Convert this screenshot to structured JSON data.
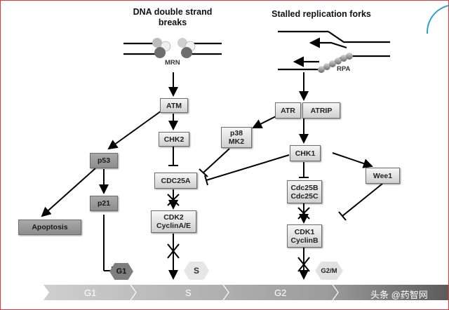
{
  "panel_titles": {
    "dsb": "DNA double strand\nbreaks",
    "stalled": "Stalled replication forks"
  },
  "labels": {
    "mrn": "MRN",
    "rpa": "RPA"
  },
  "nodes": {
    "atm": "ATM",
    "chk2": "CHK2",
    "p38mk2": "p38\nMK2",
    "atr": "ATR",
    "atrip": "ATRIP",
    "chk1": "CHK1",
    "wee1": "Wee1",
    "p53": "p53",
    "p21": "p21",
    "apoptosis": "Apoptosis",
    "cdc25a": "CDC25A",
    "cdk2": "CDK2\nCyclinA/E",
    "cdc25bc": "Cdc25B\nCdc25C",
    "cdk1": "CDK1\nCyclinB"
  },
  "checkpoints": {
    "g1": "G1",
    "s": "S",
    "g2m": "G2/M"
  },
  "phases": [
    "G1",
    "S",
    "G2"
  ],
  "watermark": "头条 @药智网",
  "colors": {
    "frame": "#e03a3a",
    "accent": "#2aa3c9"
  }
}
